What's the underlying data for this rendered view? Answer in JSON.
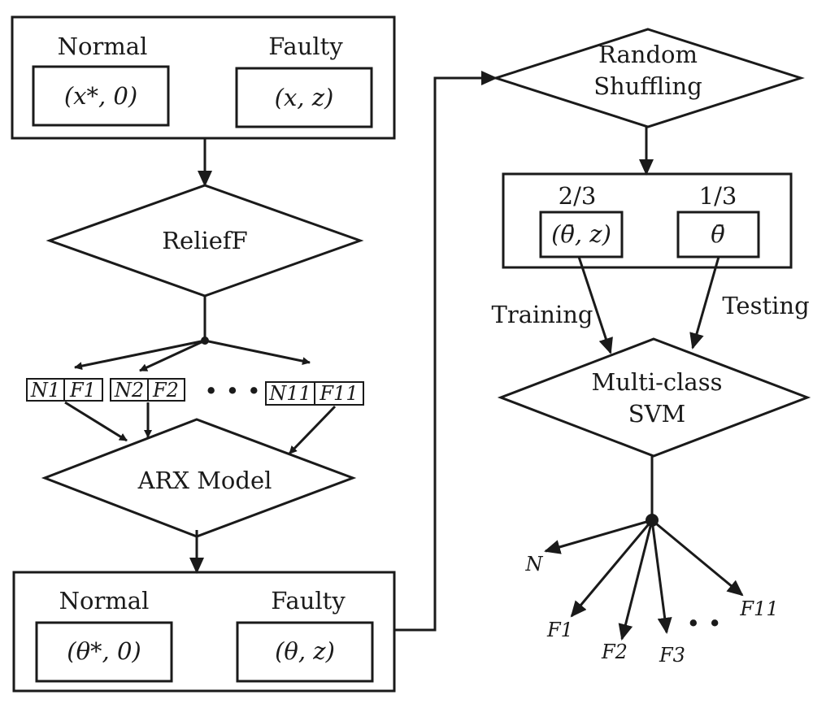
{
  "input_block": {
    "normal_label": "Normal",
    "normal_value": "(x*, 0)",
    "faulty_label": "Faulty",
    "faulty_value": "(x, z)"
  },
  "relieff": {
    "label": "ReliefF"
  },
  "features": {
    "pairs": [
      {
        "n": "N1",
        "f": "F1"
      },
      {
        "n": "N2",
        "f": "F2"
      },
      {
        "n": "N11",
        "f": "F11"
      }
    ],
    "ellipsis": "• • •"
  },
  "arx": {
    "label": "ARX Model"
  },
  "param_block": {
    "normal_label": "Normal",
    "normal_value": "(θ*, 0)",
    "faulty_label": "Faulty",
    "faulty_value": "(θ, z)"
  },
  "shuffling": {
    "line1": "Random",
    "line2": "Shuffling"
  },
  "split": {
    "train_frac": "2/3",
    "train_value": "(θ̄, z)",
    "test_frac": "1/3",
    "test_value": "θ̄"
  },
  "edge_labels": {
    "training": "Training",
    "testing": "Testing"
  },
  "svm": {
    "line1": "Multi-class",
    "line2": "SVM"
  },
  "outputs": {
    "n": "N",
    "f1": "F1",
    "f2": "F2",
    "f3": "F3",
    "f11": "F11",
    "ellipsis": "• •"
  }
}
